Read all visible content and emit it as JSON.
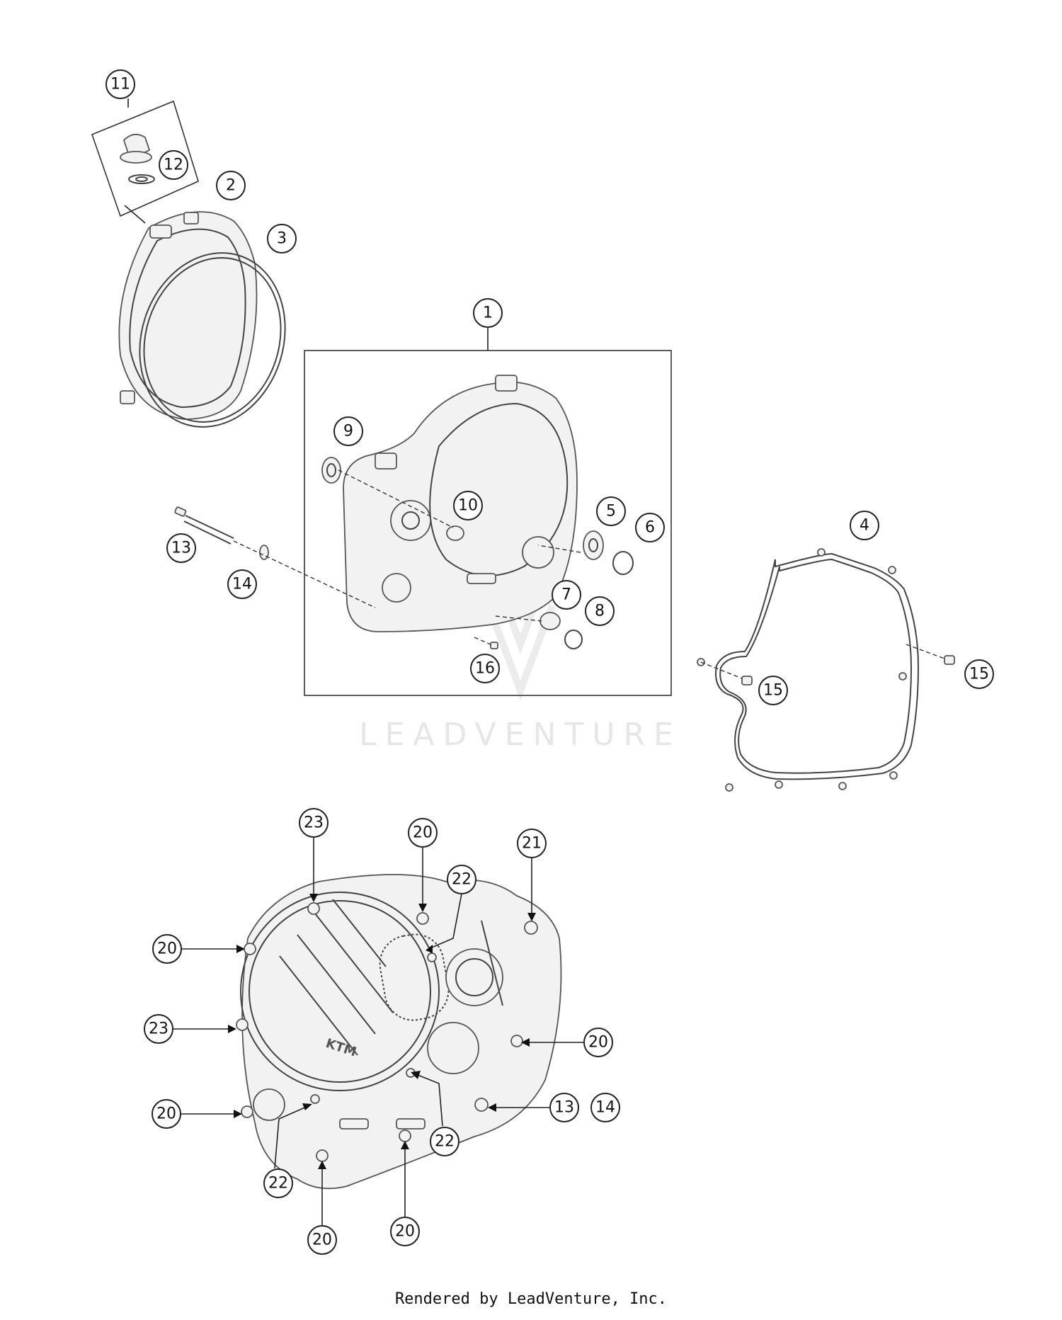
{
  "watermark": "LEADVENTURE",
  "footer": "Rendered by LeadVenture, Inc.",
  "callouts": [
    "11",
    "12",
    "2",
    "3",
    "1",
    "9",
    "10",
    "5",
    "6",
    "13",
    "14",
    "7",
    "8",
    "16",
    "4",
    "15",
    "15",
    "23",
    "20",
    "21",
    "22",
    "20",
    "23",
    "20",
    "20",
    "22",
    "22",
    "20",
    "20",
    "13",
    "14"
  ],
  "logo_text": "KTM"
}
